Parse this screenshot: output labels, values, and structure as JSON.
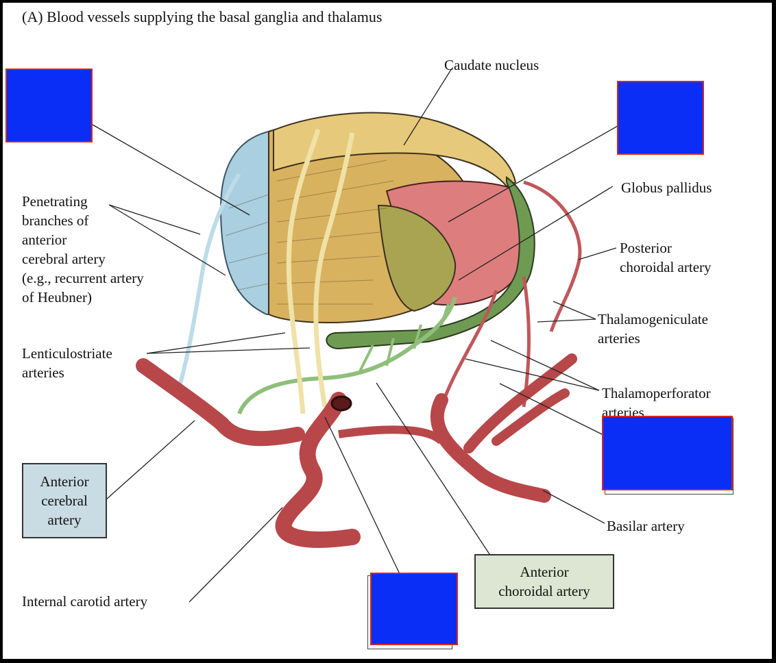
{
  "title": "(A)  Blood vessels supplying the basal ganglia and thalamus",
  "labels": {
    "caudate": "Caudate nucleus",
    "globus": "Globus pallidus",
    "posterior_choroidal": "Posterior\nchoroidal artery",
    "penetrating": "Penetrating\nbranches of\nanterior\ncerebral artery\n(e.g., recurrent artery\nof Heubner)",
    "lenticulostriate": "Lenticulostriate\narteries",
    "thalamogeniculate": "Thalamogeniculate\narteries",
    "thalamoperforator": "Thalamoperforator\narteries",
    "anterior_cerebral": "Anterior\ncerebral\nartery",
    "anterior_choroidal": "Anterior\nchoroidal artery",
    "basilar": "Basilar artery",
    "internal_carotid": "Internal carotid artery"
  },
  "colors": {
    "mask_fill": "#0a2ef5",
    "mask_border": "#d8261c",
    "anterior_cerebral_box": "#c9dce4",
    "anterior_choroidal_box": "#dce6d2",
    "artery_red": "#b8474a",
    "caudate_yellow": "#e2c26e",
    "putamen_tan": "#d9b25f",
    "thalamus_pink": "#de7d7d",
    "globus_olive": "#9aa24e",
    "choroidal_green": "#6f9a52",
    "anterior_blue": "#a9cfe0"
  },
  "masked_label_count": 4
}
